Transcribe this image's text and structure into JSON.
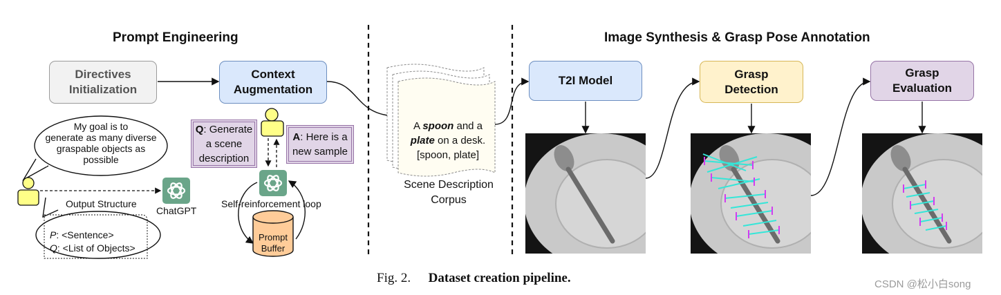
{
  "sections": {
    "prompt_engineering": "Prompt  Engineering",
    "image_synthesis": "Image Synthesis & Grasp Pose Annotation"
  },
  "boxes": {
    "directives": [
      "Directives",
      "Initialization"
    ],
    "context": [
      "Context",
      "Augmentation"
    ],
    "t2i": "T2I Model",
    "grasp_detection": [
      "Grasp",
      "Detection"
    ],
    "grasp_evaluation": [
      "Grasp",
      "Evaluation"
    ],
    "prompt_buffer": [
      "Prompt",
      "Buffer"
    ]
  },
  "speech_bubble": [
    "My goal is to",
    "generate as many diverse",
    "graspable objects as",
    "possible"
  ],
  "output_structure": {
    "label": "Output Structure",
    "p_key": "P",
    "p_val": ": <Sentence>",
    "q_key": "Q",
    "q_val": ": <List of Objects>"
  },
  "chatgpt_label": "ChatGPT",
  "self_reinforcement": "Self-reinforcement loop",
  "note_q": {
    "key": "Q",
    "rest": ": Generate",
    "lines": [
      "a scene",
      "description"
    ]
  },
  "note_a": {
    "key": "A",
    "rest": ": Here is a",
    "lines": [
      "new sample"
    ]
  },
  "corpus": {
    "line1_pre": "A ",
    "line1_em": "spoon",
    "line1_post": " and a",
    "line2_em": "plate",
    "line2_post": " on a desk.",
    "line3": "[spoon, plate]",
    "label": [
      "Scene Description",
      "Corpus"
    ]
  },
  "caption": {
    "prefix": "Fig. 2.",
    "title": "Dataset creation pipeline."
  },
  "watermark": "CSDN @松小白song",
  "colors": {
    "blue_fill": "#dae8fc",
    "yellow_fill": "#fff2cc",
    "purple_fill": "#e1d5e7",
    "gray_fill": "#f2f2f2",
    "person_fill": "#ffff88",
    "chatgpt_green": "#6aa589",
    "buffer_fill": "#ffcc99",
    "grasp_cyan": "#35e6d8",
    "grasp_magenta": "#d23cf0"
  }
}
